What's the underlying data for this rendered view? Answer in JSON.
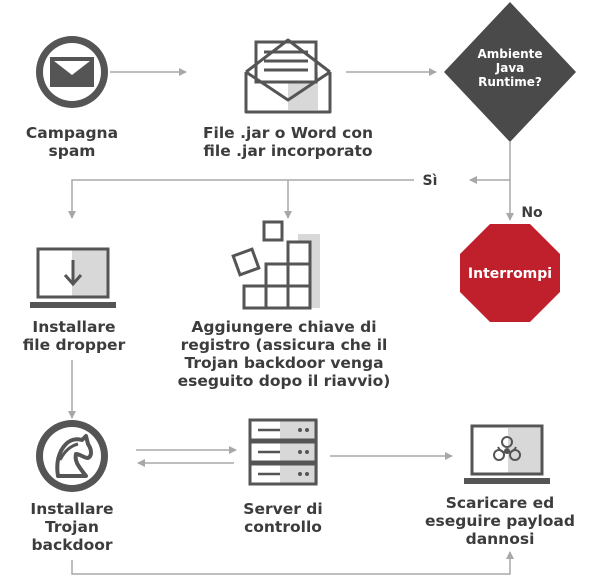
{
  "nodes": {
    "campaign": {
      "lines": [
        "Campagna",
        "spam"
      ]
    },
    "file": {
      "lines": [
        "File .jar o Word con",
        "file .jar incorporato"
      ]
    },
    "decision": {
      "lines": [
        "Ambiente",
        "Java",
        "Runtime?"
      ]
    },
    "dropper": {
      "lines": [
        "Installare",
        "file dropper"
      ]
    },
    "registry": {
      "lines": [
        "Aggiungere chiave di",
        "registro (assicura che il",
        "Trojan backdoor venga",
        "eseguito dopo il riavvio)"
      ]
    },
    "stop": {
      "label": "Interrompi"
    },
    "trojan": {
      "lines": [
        "Installare",
        "Trojan",
        "backdoor"
      ]
    },
    "server": {
      "lines": [
        "Server di",
        "controllo"
      ]
    },
    "payload": {
      "lines": [
        "Scaricare ed",
        "eseguire payload",
        "dannosi"
      ]
    }
  },
  "edges": {
    "yes": "Sì",
    "no": "No"
  },
  "colors": {
    "icon_dark": "#555555",
    "line_gray": "#a8a8a8",
    "diamond": "#4a4a4a",
    "stop": "#c0202c",
    "text": "#3c3c3c"
  }
}
